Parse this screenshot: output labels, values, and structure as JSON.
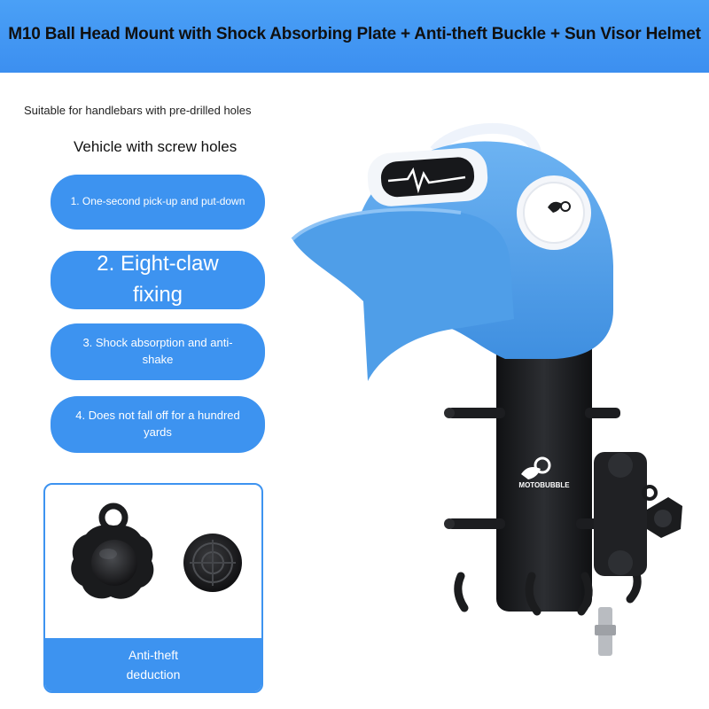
{
  "header": {
    "title": "M10 Ball Head Mount with Shock Absorbing Plate + Anti-theft Buckle + Sun Visor Helmet"
  },
  "intro": {
    "subtitle": "Suitable for handlebars with pre-drilled holes",
    "heading": "Vehicle with screw holes"
  },
  "features": [
    {
      "label": "1. One-second pick-up and put-down"
    },
    {
      "label": "2. Eight-claw fixing"
    },
    {
      "label": "3. Shock absorption and anti-shake"
    },
    {
      "label": "4. Does not fall off for a hundred yards"
    }
  ],
  "antitheft": {
    "label_line1": "Anti-theft",
    "label_line2": "deduction"
  },
  "product": {
    "brand": "MOTOBUBBLE"
  },
  "colors": {
    "accent": "#3d93f0",
    "helmet": "#5aa7ee",
    "mount": "#1e1f22"
  }
}
